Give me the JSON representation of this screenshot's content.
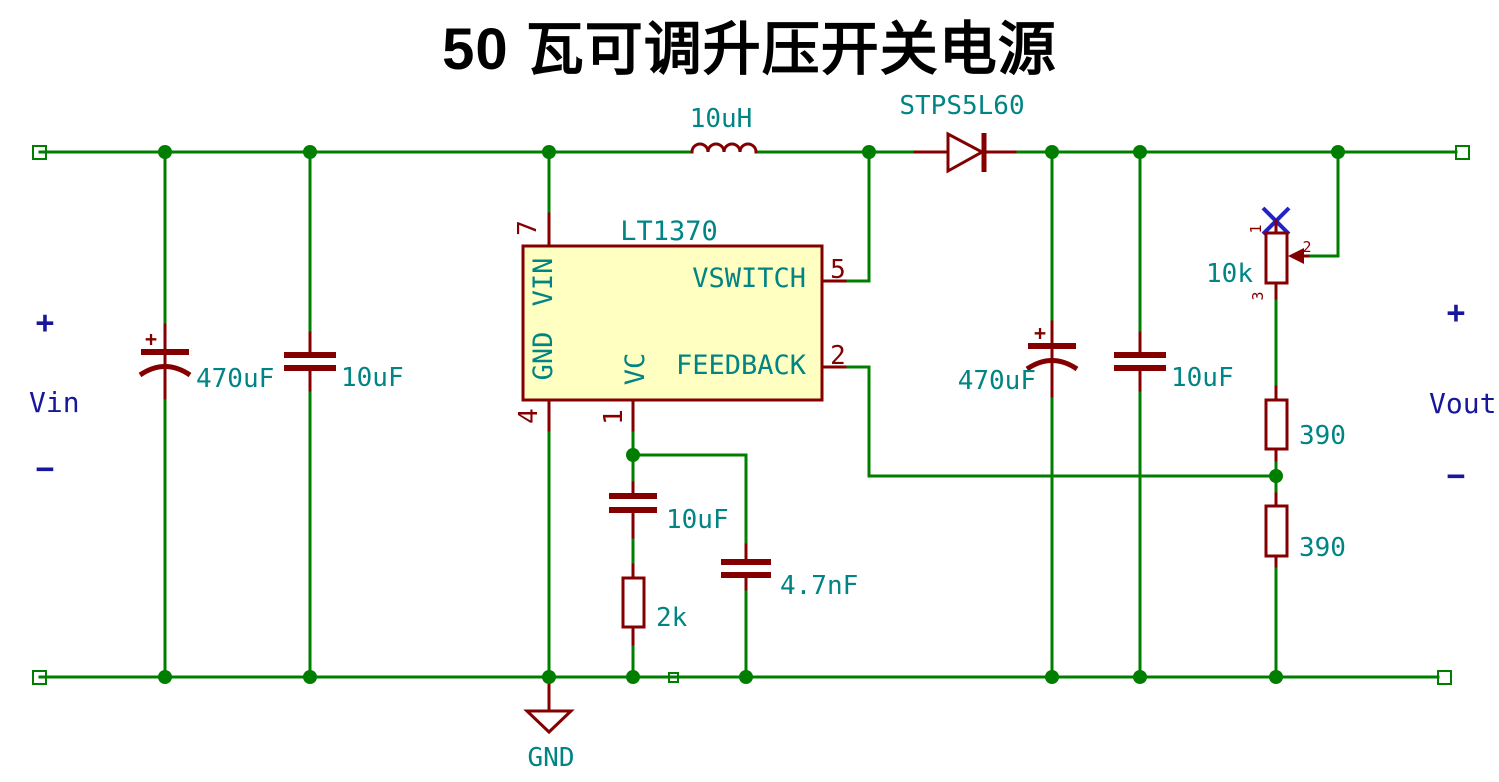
{
  "title": "50 瓦可调升压开关电源",
  "colors": {
    "wire": "#007E00",
    "component": "#840000",
    "value_text": "#008484",
    "port_text": "#17179C",
    "nc": "#2222C8",
    "ic_fill": "#FFFFC2",
    "title_text": "#000000"
  },
  "ic": {
    "part": "LT1370",
    "pin_vin": "VIN",
    "pin_gnd": "GND",
    "pin_vc": "VC",
    "pin_vswitch": "VSWITCH",
    "pin_feedback": "FEEDBACK",
    "num_vin": "7",
    "num_gnd": "4",
    "num_vc": "1",
    "num_vswitch": "5",
    "num_feedback": "2"
  },
  "values": {
    "inductor": "10uH",
    "diode": "STPS5L60",
    "cap_in_bulk": "470uF",
    "cap_in_hf": "10uF",
    "cap_comp": "10uF",
    "cap_cc": "4.7nF",
    "res_comp": "2k",
    "cap_out_bulk": "470uF",
    "cap_out_hf": "10uF",
    "pot": "10k",
    "res_fb_top": "390",
    "res_fb_bot": "390"
  },
  "pot_pins": {
    "p1": "1",
    "p2": "2",
    "p3": "3"
  },
  "cap_polarity": {
    "in_plus": "+",
    "out_plus": "+"
  },
  "ports": {
    "vin_label": "Vin",
    "vin_plus": "+",
    "vin_minus": "−",
    "vout_label": "Vout",
    "vout_plus": "+",
    "vout_minus": "−"
  },
  "ground_label": "GND"
}
